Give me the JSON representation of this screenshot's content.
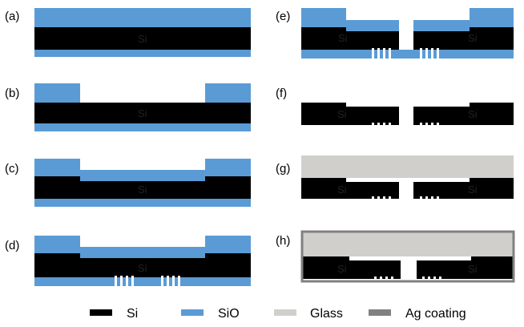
{
  "steps": [
    {
      "label": "(a)",
      "layer_label": "Si"
    },
    {
      "label": "(b)",
      "layer_label": "Si"
    },
    {
      "label": "(c)",
      "layer_label": "Si"
    },
    {
      "label": "(d)",
      "layer_label": "Si"
    },
    {
      "label": "(e)",
      "layer_label": "Si"
    },
    {
      "label": "(f)",
      "layer_label": "Si"
    },
    {
      "label": "(g)",
      "layer_label": "Si"
    },
    {
      "label": "(h)",
      "layer_label": "Si"
    }
  ],
  "legend": [
    {
      "label": "Si",
      "color": "#000000"
    },
    {
      "label": "SiO",
      "color": "#5b9bd5"
    },
    {
      "label": "Glass",
      "color": "#d0cfcc"
    },
    {
      "label": "Ag coating",
      "color": "#808080"
    }
  ],
  "colors": {
    "si": "#000000",
    "sio": "#5b9bd5",
    "glass": "#d0cfcc",
    "ag": "#808080",
    "background": "#ffffff"
  }
}
